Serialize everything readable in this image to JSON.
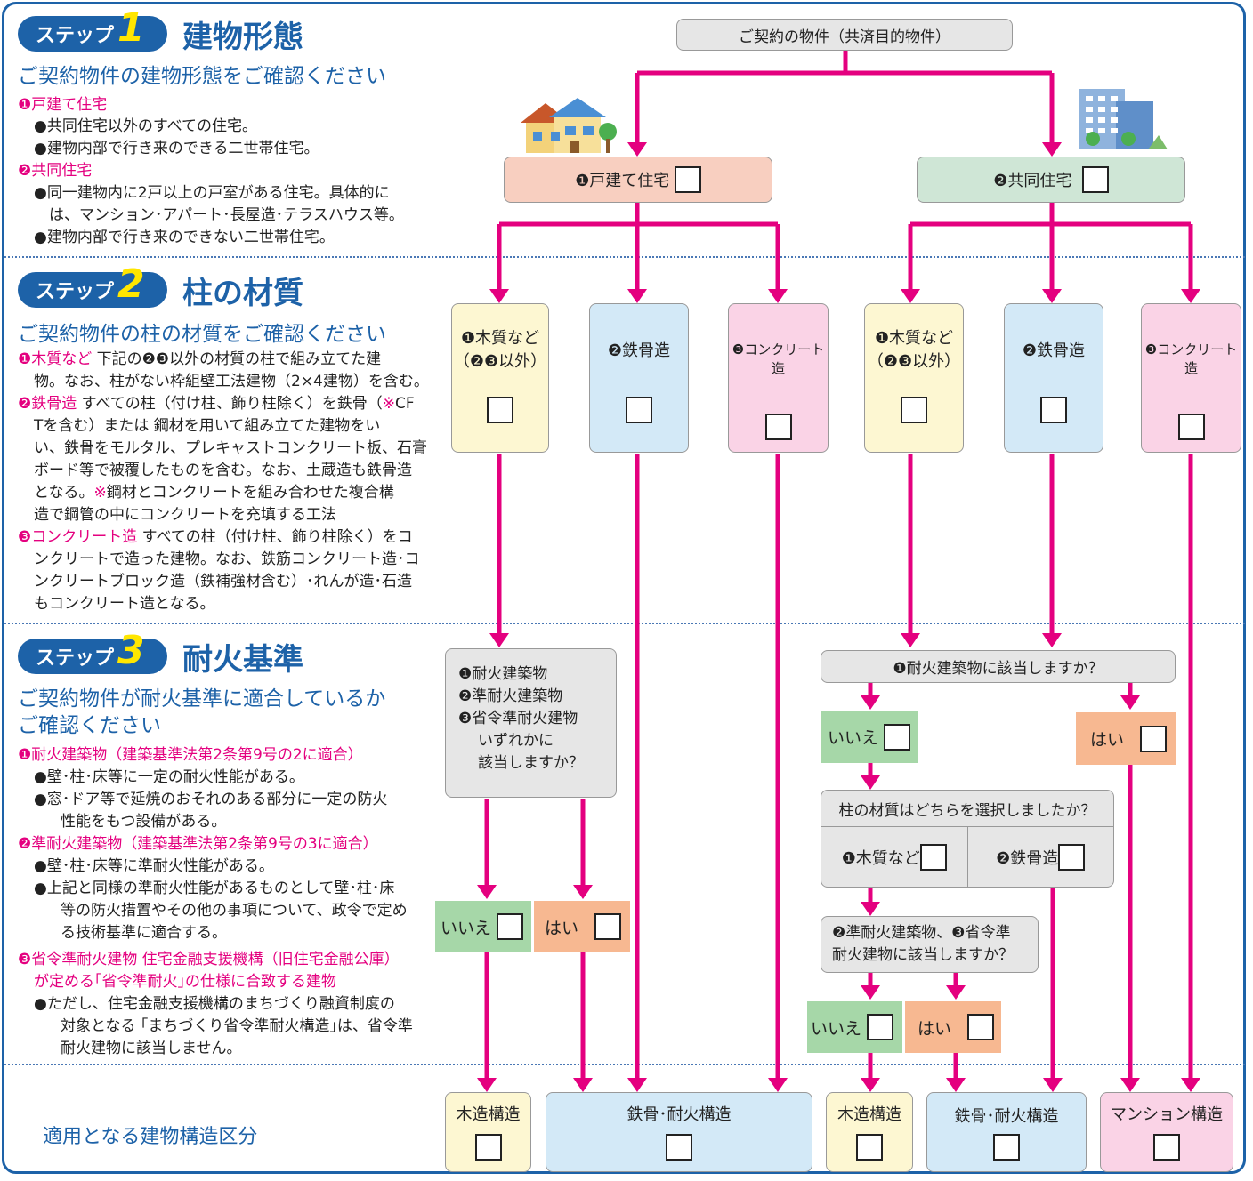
{
  "step1": {
    "badge": "ステップ",
    "num": "1",
    "title": "建物形態",
    "subtitle": "ご契約物件の建物形態をご確認ください",
    "lines": [
      "❶戸建て住宅",
      "●共同住宅以外のすべての住宅。",
      "●建物内部で行き来のできる二世帯住宅。",
      "❷共同住宅",
      "●同一建物内に2戸以上の戸室がある住宅。具体的に",
      "は、マンション･アパート･長屋造･テラスハウス等。",
      "●建物内部で行き来のできない二世帯住宅。"
    ]
  },
  "step2": {
    "badge": "ステップ",
    "num": "2",
    "title": "柱の材質",
    "subtitle": "ご契約物件の柱の材質をご確認ください",
    "l1a": "❶木質など",
    "l1b": " 下記の❷❸以外の材質の柱で組み立てた建",
    "l2": "物。なお、柱がない枠組壁工法建物（2×4建物）を含む。",
    "l3a": "❷鉄骨造",
    "l3b": " すべての柱（付け柱、飾り柱除く）を鉄骨（",
    "l3c": "※",
    "l3d": "CF",
    "l4": "Tを含む）または 鋼材を用いて組み立てた建物をい",
    "l5": "い、鉄骨をモルタル、プレキャストコンクリート板、石膏",
    "l6": "ボード等で被覆したものを含む。なお、土蔵造も鉄骨造",
    "l7a": "となる。",
    "l7b": "※",
    "l7c": "鋼材とコンクリートを組み合わせた複合構",
    "l8": "造で鋼管の中にコンクリートを充填する工法",
    "l9a": "❸コンクリート造",
    "l9b": "  すべての柱（付け柱、飾り柱除く）をコ",
    "l10": "ンクリートで造った建物。なお、鉄筋コンクリート造･コ",
    "l11": "ンクリートブロック造（鉄補強材含む）･れんが造･石造",
    "l12": "もコンクリート造となる。"
  },
  "step3": {
    "badge": "ステップ",
    "num": "3",
    "title": "耐火基準",
    "subtitle1": "ご契約物件が耐火基準に適合しているか",
    "subtitle2": "ご確認ください",
    "lines": [
      "❶耐火建築物（建築基準法第2条第9号の2に適合）",
      "●壁･柱･床等に一定の耐火性能がある。",
      "●窓･ドア等で延焼のおそれのある部分に一定の防火",
      "性能をもつ設備がある。",
      "❷準耐火建築物（建築基準法第2条第9号の3に適合）",
      "●壁･柱･床等に準耐火性能がある。",
      "●上記と同様の準耐火性能があるものとして壁･柱･床",
      "等の防火措置やその他の事項について、政令で定め",
      "る技術基準に適合する。",
      "❸省令準耐火建物 住宅金融支援機構（旧住宅金融公庫）",
      "が定める｢省令準耐火｣の仕様に合致する建物",
      "●ただし、住宅金融支援機構のまちづくり融資制度の",
      "対象となる ｢まちづくり省令準耐火構造｣は、省令準",
      "耐火建物に該当しません。"
    ]
  },
  "footer_label": "適用となる建物構造区分",
  "flow": {
    "root": "ご契約の物件（共済目的物件）",
    "detached": "❶戸建て住宅",
    "collective": "❷共同住宅",
    "wood": [
      "❶木質など",
      "（❷❸以外）"
    ],
    "steel": "❷鉄骨造",
    "concrete": "❸コンクリート造",
    "q_left": [
      "❶耐火建築物",
      "❷準耐火建築物",
      "❸省令準耐火建物",
      "いずれかに",
      "該当しますか？"
    ],
    "q_fire": "❶耐火建築物に該当しますか？",
    "no": "いいえ",
    "yes": "はい",
    "q_pillar": "柱の材質はどちらを選択しましたか？",
    "opt_wood": "❶木質など",
    "opt_steel": "❷鉄骨造",
    "q_semi": [
      "❷準耐火建築物、❸省令準",
      "耐火建物に該当しますか？"
    ],
    "res_wood": "木造構造",
    "res_steel": "鉄骨･耐火構造",
    "res_mansion": "マンション構造"
  },
  "colors": {
    "blue": "#1d62a8",
    "magenta": "#e4007f",
    "salmon": "#f8cfc0",
    "mint": "#cfe6d6",
    "cream": "#fdf7d2",
    "lightblue": "#d3e9f7",
    "pink": "#fad3e6",
    "gray": "#e6e6e6",
    "green": "#a6d7a8",
    "orange": "#f7b891"
  },
  "icons": [
    "house-icon",
    "apartment-building-icon"
  ]
}
